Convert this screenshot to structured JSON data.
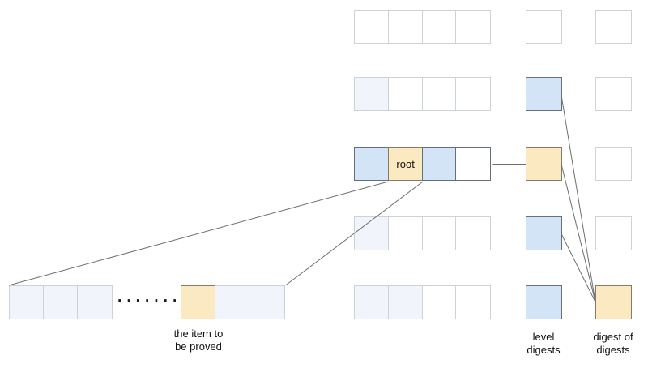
{
  "diagram": {
    "root_label": "root",
    "ellipsis": "········",
    "labels": {
      "item_1": "the item to",
      "item_2": "be proved",
      "level_1": "level",
      "level_2": "digests",
      "dod_1": "digest of",
      "dod_2": "digests"
    },
    "colors": {
      "highlight_blue": "#d3e4f6",
      "tint_blue": "#f1f5fb",
      "highlight_yellow": "#fbeac1",
      "white": "#ffffff",
      "light_border": "#ccd2d9",
      "dark_border": "#66707b",
      "yellow_border": "#857b68",
      "line": "#6e6e6e",
      "text": "#111111"
    },
    "rows": [
      {
        "name": "row-1",
        "cells": [
          "white",
          "white",
          "white",
          "white"
        ],
        "level": "white",
        "right": "white"
      },
      {
        "name": "row-2",
        "cells": [
          "tint",
          "white",
          "white",
          "white"
        ],
        "level": "blue",
        "right": "white"
      },
      {
        "name": "row-3",
        "cells": [
          "blue",
          "yellow:root",
          "blue",
          "white_d"
        ],
        "level": "yellow",
        "right": "white"
      },
      {
        "name": "row-4",
        "cells": [
          "tint",
          "white",
          "white",
          "white"
        ],
        "level": "blue",
        "right": "white"
      },
      {
        "name": "row-5",
        "cells": [
          "tint",
          "tint",
          "white",
          "white"
        ],
        "level": "blue",
        "right": "yellow"
      }
    ],
    "bottom_row": {
      "left_cells": [
        "tint",
        "tint",
        "tint"
      ],
      "right_cells": [
        "yellow",
        "tint",
        "tint"
      ]
    }
  }
}
